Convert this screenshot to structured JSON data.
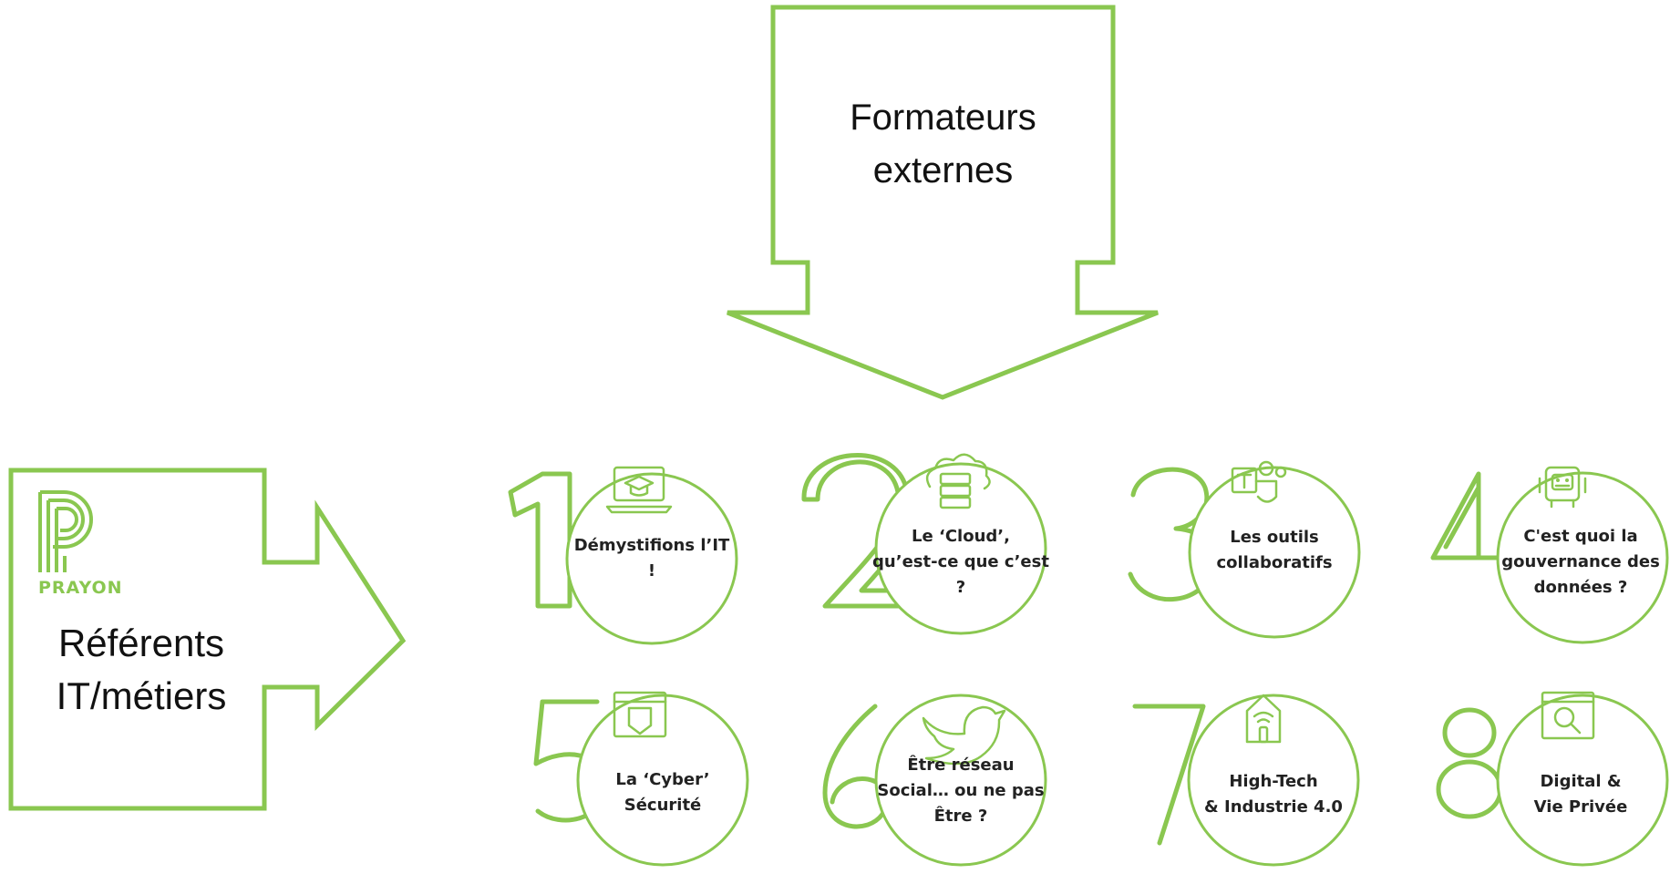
{
  "top_box": {
    "line1": "Formateurs",
    "line2": "externes"
  },
  "left_box": {
    "logo_text": "PRAYON",
    "line1": "Référents",
    "line2": "IT/métiers"
  },
  "modules": [
    {
      "number": "1",
      "icon": "laptop-graduation-icon",
      "label": "Démystifions l’IT\n!"
    },
    {
      "number": "2",
      "icon": "cloud-server-icon",
      "label": "Le ‘Cloud’,\nqu’est-ce que c’est ?"
    },
    {
      "number": "3",
      "icon": "teams-icon",
      "label": "Les outils\ncollaboratifs"
    },
    {
      "number": "4",
      "icon": "robot-icon",
      "label": "C'est quoi la\ngouvernance des\ndonnées ?"
    },
    {
      "number": "5",
      "icon": "browser-shield-icon",
      "label": "La ‘Cyber’\nSécurité"
    },
    {
      "number": "6",
      "icon": "twitter-bird-icon",
      "label": "Être réseau\nSocial… ou ne pas\nÊtre ?"
    },
    {
      "number": "7",
      "icon": "smart-home-wifi-icon",
      "label": "High-Tech\n& Industrie 4.0"
    },
    {
      "number": "8",
      "icon": "browser-search-icon",
      "label": "Digital &\nVie Privée"
    }
  ],
  "colors": {
    "accent": "#8ac750",
    "text": "#222222"
  }
}
